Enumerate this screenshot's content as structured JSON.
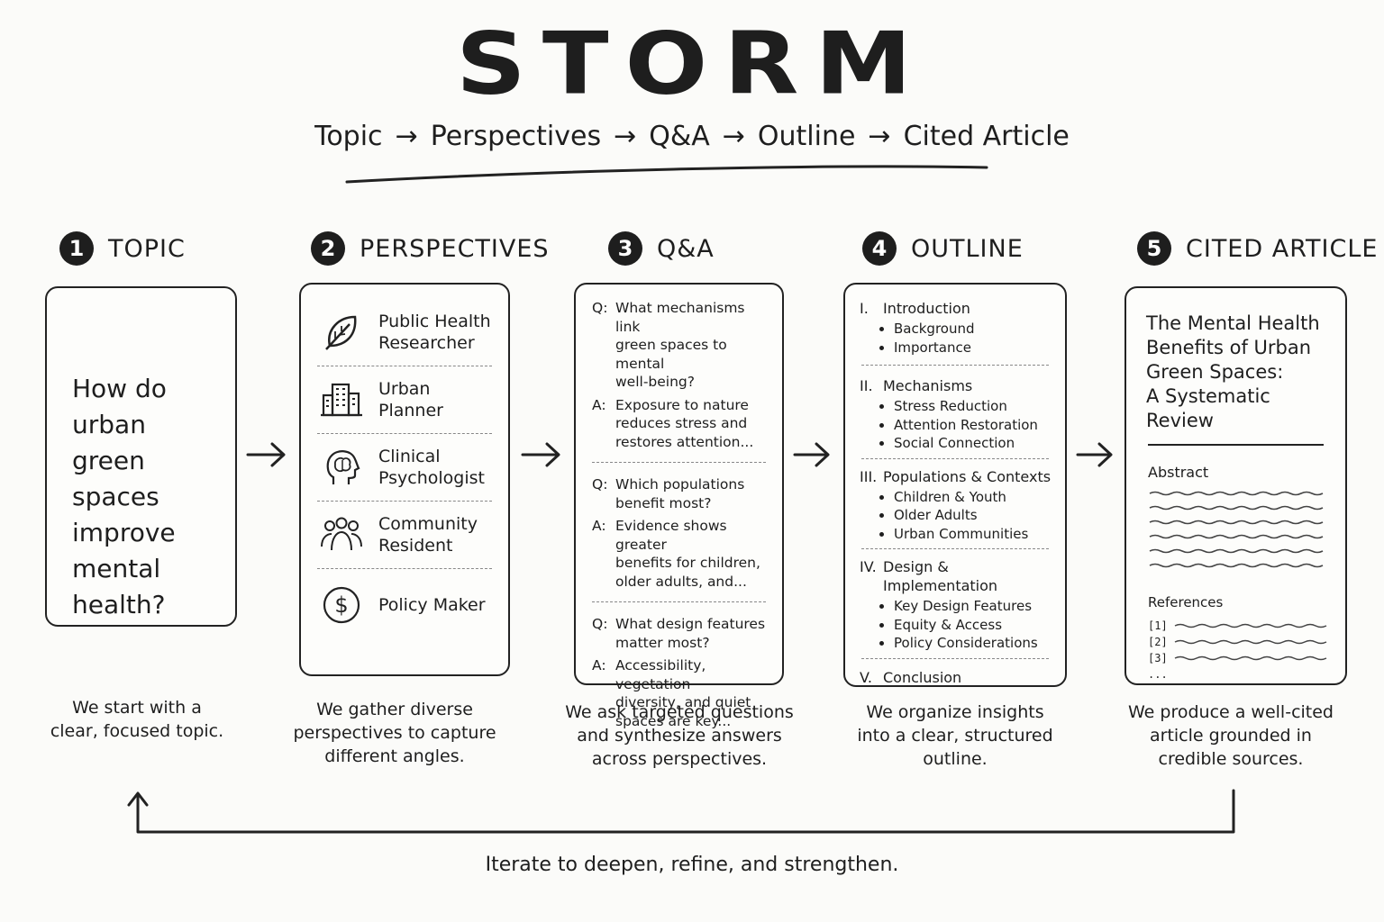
{
  "title": "STORM",
  "flow": [
    "Topic",
    "Perspectives",
    "Q&A",
    "Outline",
    "Cited Article"
  ],
  "steps": [
    {
      "num": "1",
      "label": "TOPIC",
      "caption": [
        "We start with a",
        "clear, focused topic."
      ]
    },
    {
      "num": "2",
      "label": "PERSPECTIVES",
      "caption": [
        "We gather diverse",
        "perspectives to capture",
        "different angles."
      ]
    },
    {
      "num": "3",
      "label": "Q&A",
      "caption": [
        "We ask targeted questions",
        "and synthesize answers",
        "across perspectives."
      ]
    },
    {
      "num": "4",
      "label": "OUTLINE",
      "caption": [
        "We organize insights",
        "into a clear, structured",
        "outline."
      ]
    },
    {
      "num": "5",
      "label": "CITED ARTICLE",
      "caption": [
        "We produce a well-cited",
        "article grounded in",
        "credible sources."
      ]
    }
  ],
  "topic": {
    "question": [
      "How do urban",
      "green spaces",
      "improve",
      "mental health?"
    ]
  },
  "perspectives": [
    {
      "icon": "leaf-icon",
      "label": [
        "Public Health",
        "Researcher"
      ]
    },
    {
      "icon": "building-icon",
      "label": [
        "Urban Planner"
      ]
    },
    {
      "icon": "brain-head-icon",
      "label": [
        "Clinical",
        "Psychologist"
      ]
    },
    {
      "icon": "people-group-icon",
      "label": [
        "Community",
        "Resident"
      ]
    },
    {
      "icon": "dollar-coin-icon",
      "label": [
        "Policy Maker"
      ]
    }
  ],
  "qa": [
    {
      "q": [
        "What mechanisms link",
        "green spaces to mental",
        "well-being?"
      ],
      "a": [
        "Exposure to nature",
        "reduces stress and",
        "restores attention..."
      ]
    },
    {
      "q": [
        "Which populations",
        "benefit most?"
      ],
      "a": [
        "Evidence shows greater",
        "benefits for children,",
        "older adults, and..."
      ]
    },
    {
      "q": [
        "What design features",
        "matter most?"
      ],
      "a": [
        "Accessibility, vegetation",
        "diversity, and quiet",
        "spaces are key..."
      ]
    }
  ],
  "qa_keys": {
    "q": "Q:",
    "a": "A:"
  },
  "outline": [
    {
      "num": "I.",
      "title": "Introduction",
      "items": [
        "Background",
        "Importance"
      ]
    },
    {
      "num": "II.",
      "title": "Mechanisms",
      "items": [
        "Stress Reduction",
        "Attention Restoration",
        "Social Connection"
      ]
    },
    {
      "num": "III.",
      "title": "Populations & Contexts",
      "items": [
        "Children & Youth",
        "Older Adults",
        "Urban Communities"
      ]
    },
    {
      "num": "IV.",
      "title": "Design & Implementation",
      "items": [
        "Key Design Features",
        "Equity & Access",
        "Policy Considerations"
      ]
    },
    {
      "num": "V.",
      "title": "Conclusion",
      "items": []
    }
  ],
  "article": {
    "title": [
      "The Mental Health",
      "Benefits of Urban",
      "Green Spaces:",
      "A Systematic Review"
    ],
    "abstract_label": "Abstract",
    "references_label": "References",
    "refs": [
      "[1]",
      "[2]",
      "[3]"
    ],
    "more": "..."
  },
  "feedback": "Iterate to deepen, refine, and strengthen."
}
